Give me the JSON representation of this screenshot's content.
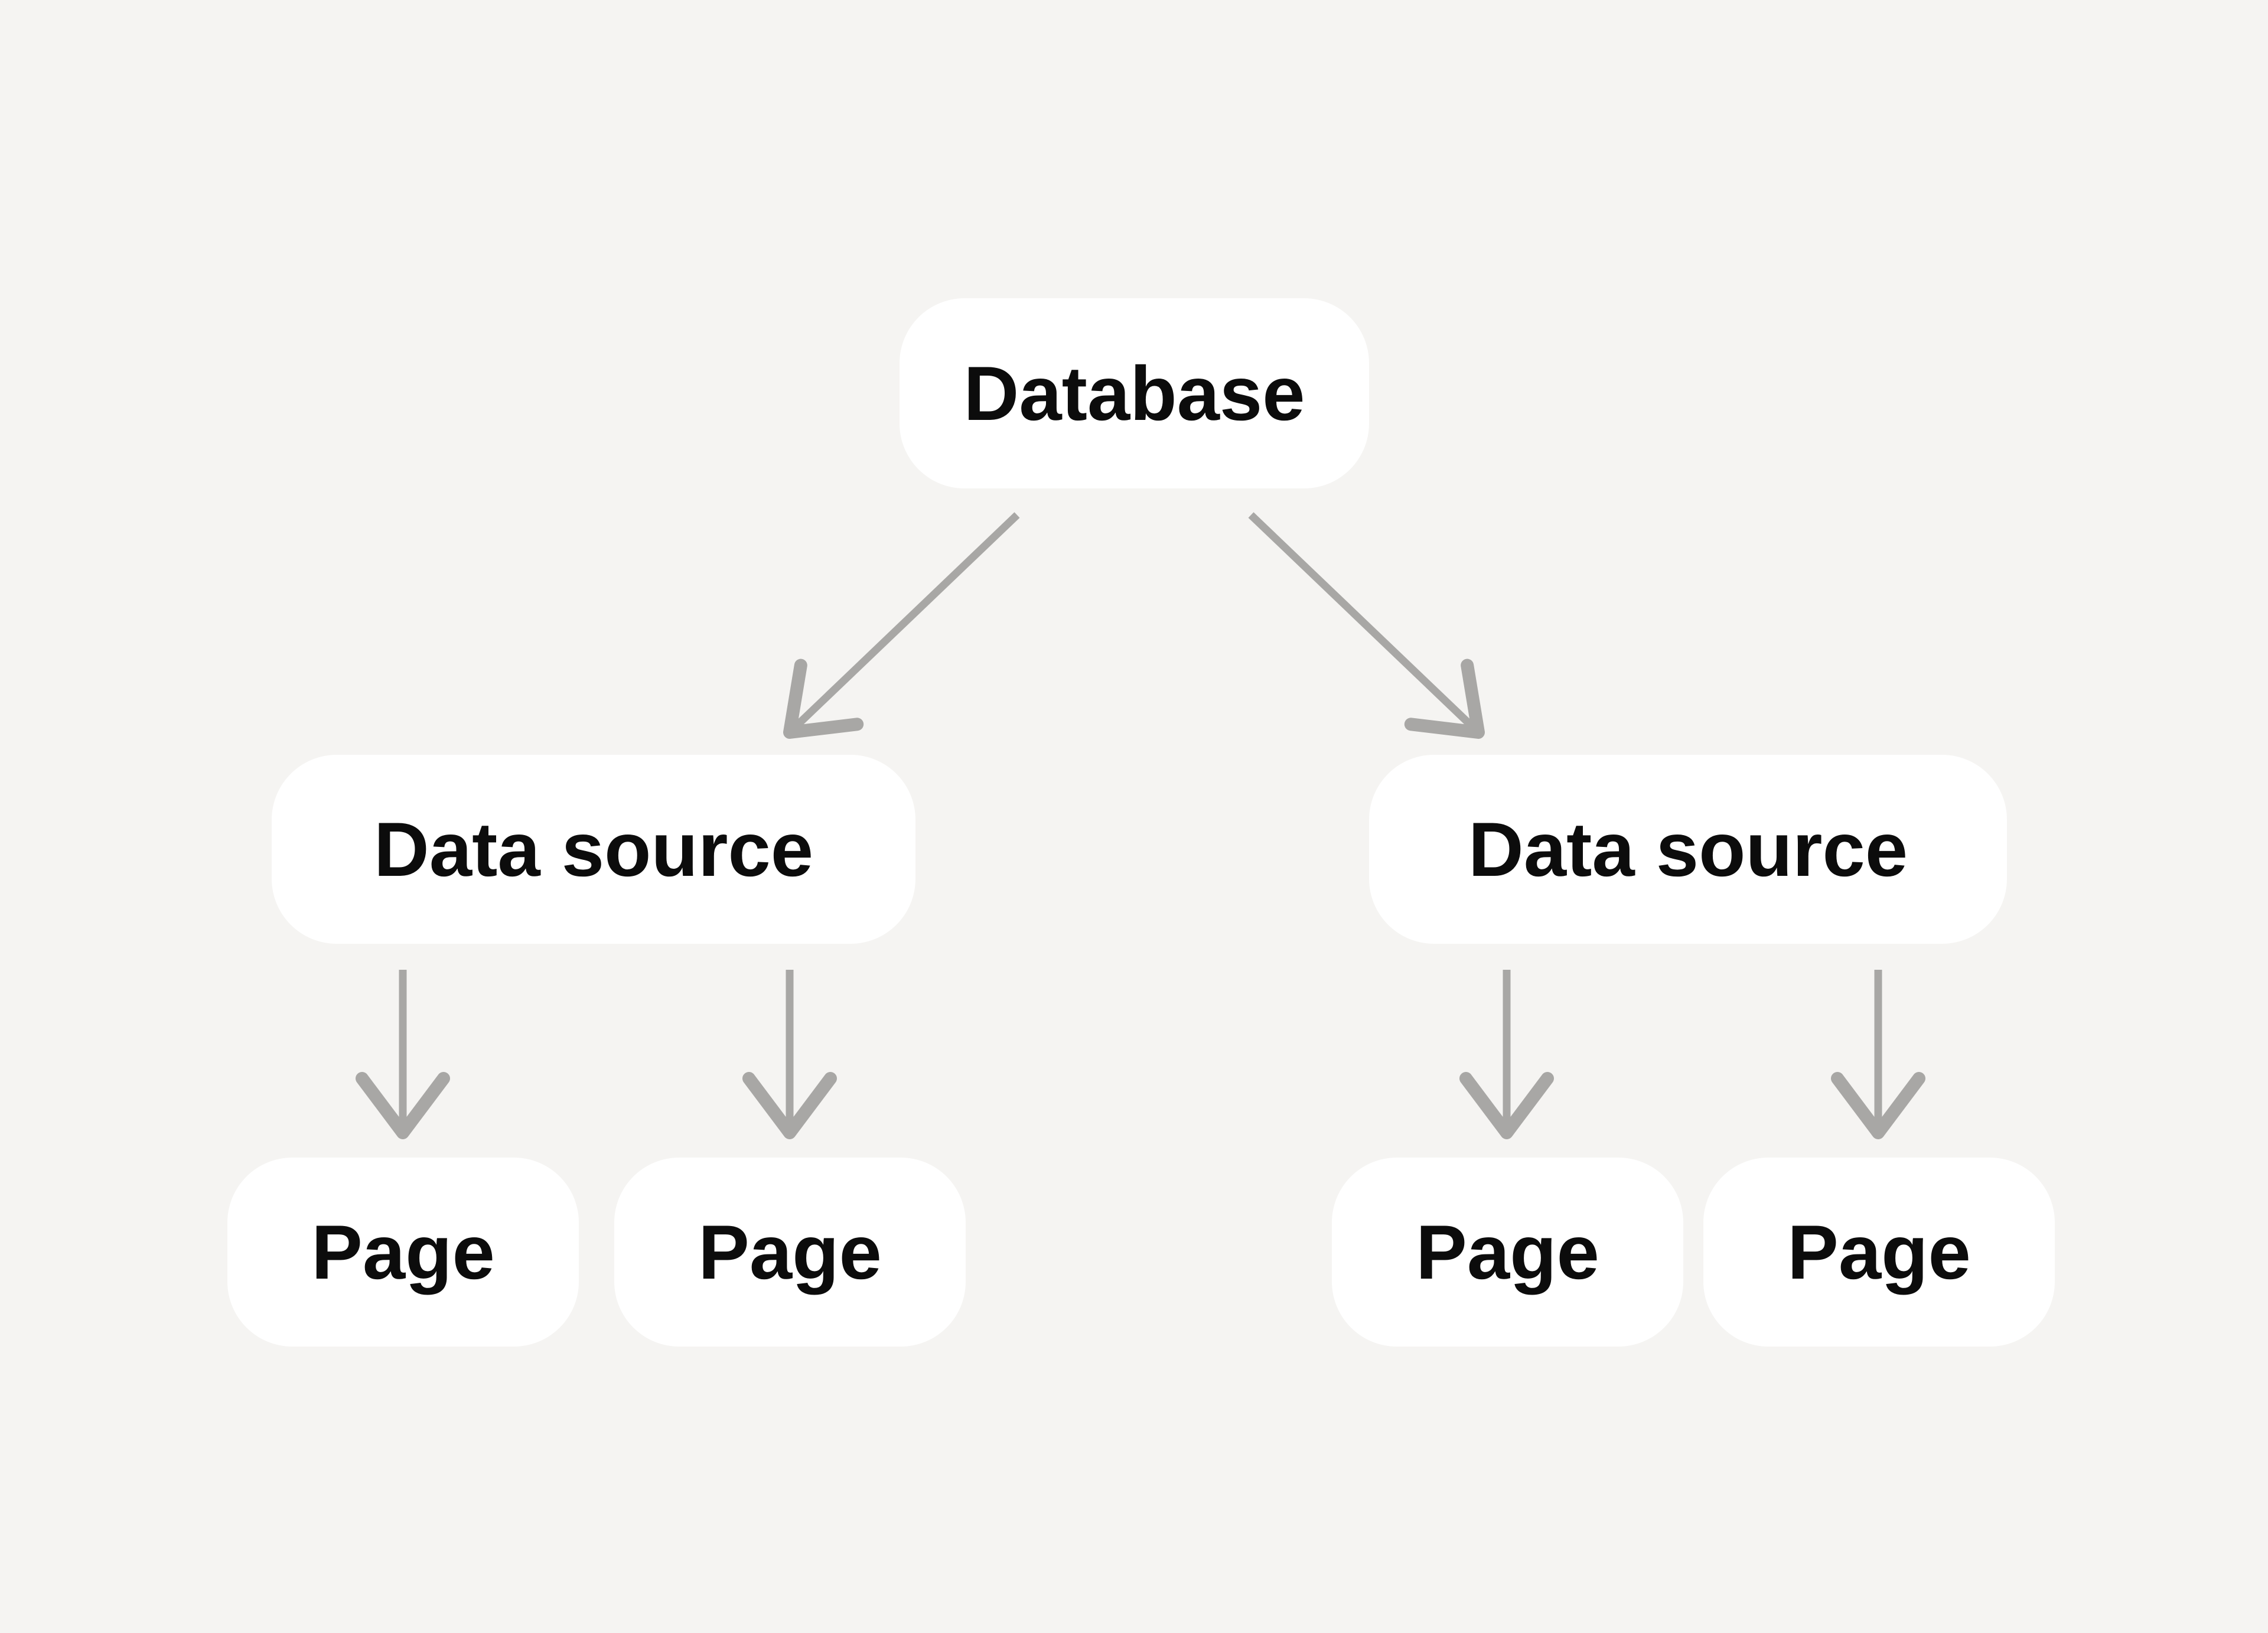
{
  "colors": {
    "background": "#f5f4f2",
    "node_fill": "#ffffff",
    "node_text": "#0c0c0c",
    "arrow": "#a8a7a5"
  },
  "diagram": {
    "type": "tree",
    "nodes": [
      {
        "id": "database",
        "label": "Database",
        "level": 0
      },
      {
        "id": "data-source-left",
        "label": "Data source",
        "level": 1
      },
      {
        "id": "data-source-right",
        "label": "Data source",
        "level": 1
      },
      {
        "id": "page-1",
        "label": "Page",
        "level": 2
      },
      {
        "id": "page-2",
        "label": "Page",
        "level": 2
      },
      {
        "id": "page-3",
        "label": "Page",
        "level": 2
      },
      {
        "id": "page-4",
        "label": "Page",
        "level": 2
      }
    ],
    "edges": [
      {
        "from": "database",
        "to": "data-source-left"
      },
      {
        "from": "database",
        "to": "data-source-right"
      },
      {
        "from": "data-source-left",
        "to": "page-1"
      },
      {
        "from": "data-source-left",
        "to": "page-2"
      },
      {
        "from": "data-source-right",
        "to": "page-3"
      },
      {
        "from": "data-source-right",
        "to": "page-4"
      }
    ]
  }
}
